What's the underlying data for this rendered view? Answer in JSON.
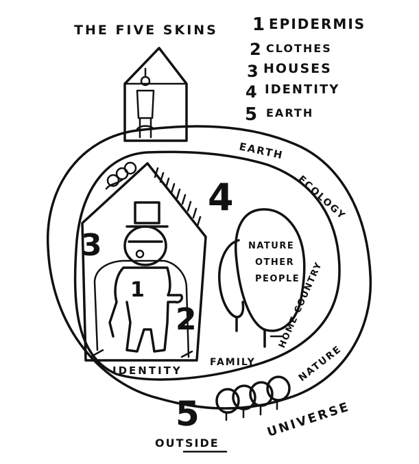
{
  "title": "THE FIVE SKINS",
  "legend": [
    {
      "num": "1",
      "label": "EPIDERMIS"
    },
    {
      "num": "2",
      "label": "CLOTHES"
    },
    {
      "num": "3",
      "label": "HOUSES"
    },
    {
      "num": "4",
      "label": "IDENTITY"
    },
    {
      "num": "5",
      "label": "EARTH"
    }
  ],
  "drawing": {
    "num_1": "1",
    "num_2": "2",
    "num_3": "3",
    "num_4": "4",
    "num_5": "5",
    "label_earth": "EARTH",
    "label_ecology": "ECOLOGY",
    "label_nature_other_people": [
      "NATURE",
      "OTHER",
      "PEOPLE"
    ],
    "label_home_country": "HOME COUNTRY",
    "label_identity": "IDENTITY",
    "label_family": "FAMILY",
    "label_nature": "NATURE",
    "label_universe": "UNIVERSE",
    "label_outside_prefix": "OUT",
    "label_outside_underlined": "SIDE"
  }
}
